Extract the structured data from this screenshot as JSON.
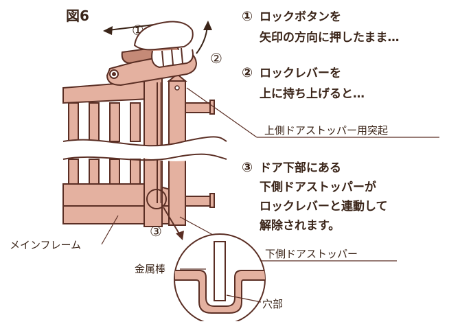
{
  "figure": {
    "title": "図6"
  },
  "arrows": {
    "num1": "①",
    "num2": "②",
    "num3": "③"
  },
  "steps": [
    {
      "num": "①",
      "line1": "ロックボタンを",
      "line2": "矢印の方向に押したまま…"
    },
    {
      "num": "②",
      "line1": "ロックレバーを",
      "line2": "上に持ち上げると…"
    },
    {
      "num": "③",
      "line1": "ドア下部にある",
      "line2": "下側ドアストッパーが",
      "line3": "ロックレバーと連動して",
      "line4": "解除されます。"
    }
  ],
  "labels": {
    "upper_stopper": "上側ドアストッパー用突起",
    "lower_stopper": "下側ドアストッパー",
    "main_frame": "メインフレーム",
    "metal_rod": "金属棒",
    "hole": "穴部"
  },
  "colors": {
    "wood": "#e4b1a0",
    "wood_dark": "#c58a77",
    "outline": "#5a2e24",
    "text": "#3a2418"
  }
}
